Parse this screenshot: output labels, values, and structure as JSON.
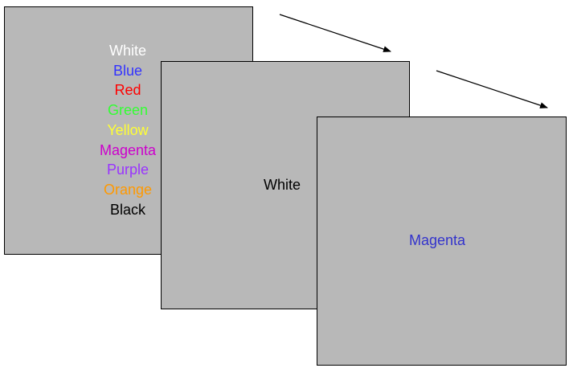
{
  "panel_1": {
    "words": [
      {
        "text": "White",
        "color": "#ffffff"
      },
      {
        "text": "Blue",
        "color": "#3333ff"
      },
      {
        "text": "Red",
        "color": "#ff0000"
      },
      {
        "text": "Green",
        "color": "#33ff33"
      },
      {
        "text": "Yellow",
        "color": "#ffff33"
      },
      {
        "text": "Magenta",
        "color": "#cc00cc"
      },
      {
        "text": "Purple",
        "color": "#9933ff"
      },
      {
        "text": "Orange",
        "color": "#ff9900"
      },
      {
        "text": "Black",
        "color": "#000000"
      }
    ]
  },
  "panel_2": {
    "word": "White",
    "color": "#000000"
  },
  "panel_3": {
    "word": "Magenta",
    "color": "#3333cc"
  },
  "colors": {
    "panel_background": "#b8b8b8",
    "border": "#000000",
    "arrow": "#000000"
  }
}
